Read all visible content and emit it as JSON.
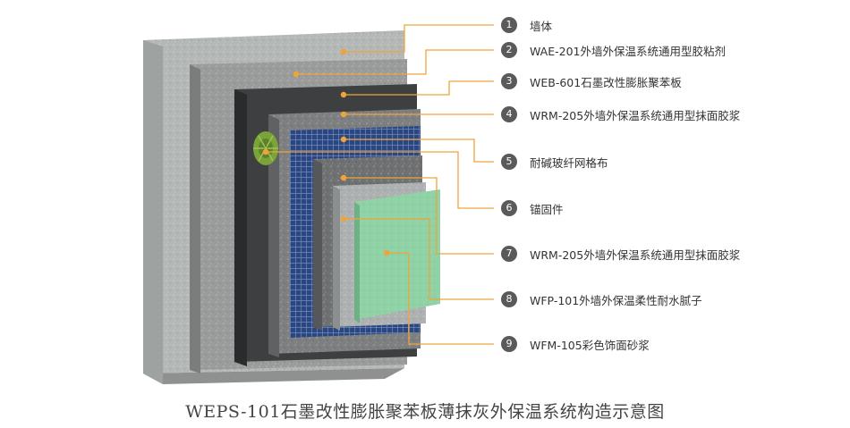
{
  "caption": "WEPS-101石墨改性膨胀聚苯板薄抹灰外保温系统构造示意图",
  "colors": {
    "leader": "#f0a33a",
    "marker": "#f0a33a",
    "badge": "#5a5a5a",
    "wall": "#b4b8b6",
    "adhesive": "#9a9c9b",
    "graphite_board": "#3e3f40",
    "mortar": "#7d7f80",
    "mesh": "#2f4e8a",
    "anchor": "#7aa33a",
    "putty": "#aeb1b2",
    "finish": "#8fd2a5"
  },
  "callouts": [
    {
      "num": "1",
      "label": "墙体",
      "icon": "wall"
    },
    {
      "num": "2",
      "label": "WAE-201外墙外保温系统通用型胶粘剂",
      "icon": "adhesive"
    },
    {
      "num": "3",
      "label": "WEB-601石墨改性膨胀聚苯板",
      "icon": "board"
    },
    {
      "num": "4",
      "label": "WRM-205外墙外保温系统通用型抹面胶浆",
      "icon": "mortar"
    },
    {
      "num": "5",
      "label": "耐碱玻纤网格布",
      "icon": "mesh"
    },
    {
      "num": "6",
      "label": "锚固件",
      "icon": "anchor"
    },
    {
      "num": "7",
      "label": "WRM-205外墙外保温系统通用型抹面胶浆",
      "icon": "mortar"
    },
    {
      "num": "8",
      "label": "WFP-101外墙外保温柔性耐水腻子",
      "icon": "putty"
    },
    {
      "num": "9",
      "label": "WFM-105彩色饰面砂浆",
      "icon": "finish"
    }
  ]
}
